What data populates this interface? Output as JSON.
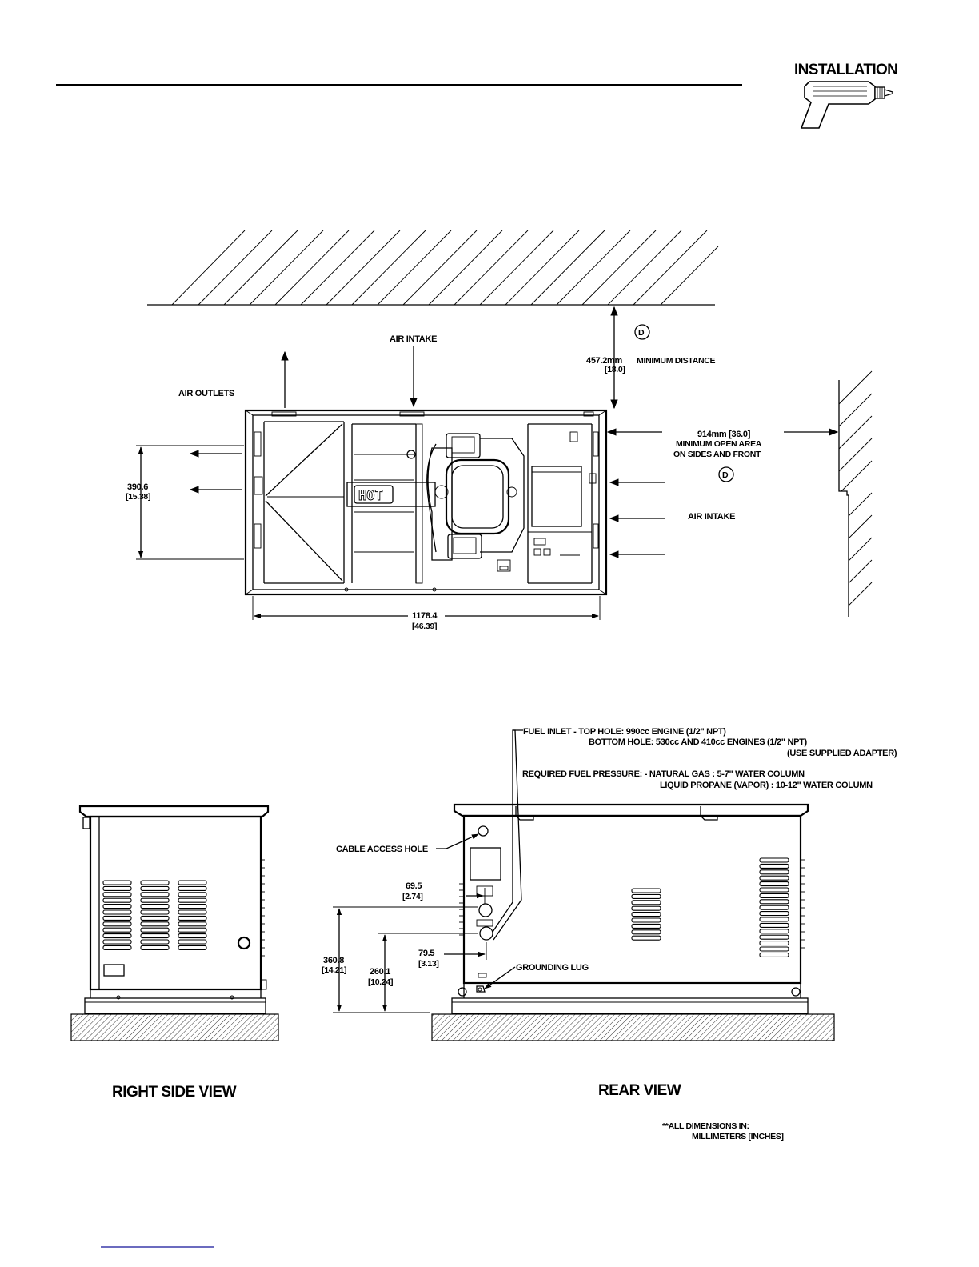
{
  "header": {
    "section_title": "INSTALLATION",
    "icon": "drill-icon"
  },
  "top_view": {
    "air_intake_top": "AIR INTAKE",
    "air_outlets": "AIR OUTLETS",
    "min_distance_value": "457.2mm",
    "min_distance_label": "MINIMUM DISTANCE",
    "min_distance_inches": "[18.0]",
    "callout_d": "D",
    "hot_label": "HOT",
    "open_area_value": "914mm [36.0]",
    "open_area_line1": "MINIMUM OPEN AREA",
    "open_area_line2": "ON SIDES AND FRONT",
    "air_intake_side": "AIR INTAKE",
    "depth_mm": "390.6",
    "depth_in": "[15.38]",
    "width_mm": "1178.4",
    "width_in": "[46.39]"
  },
  "fuel_notes": {
    "inlet_line1": "FUEL INLET - TOP HOLE: 990cc ENGINE (1/2\" NPT)",
    "inlet_line2": "BOTTOM HOLE: 530cc AND 410cc ENGINES (1/2\" NPT)",
    "inlet_line3": "(USE SUPPLIED ADAPTER)",
    "pressure_line1": "REQUIRED FUEL PRESSURE: - NATURAL GAS : 5-7\" WATER COLUMN",
    "pressure_line2": "LIQUID PROPANE (VAPOR) : 10-12\" WATER COLUMN"
  },
  "rear_view": {
    "cable_access": "CABLE ACCESS HOLE",
    "dim_a_mm": "69.5",
    "dim_a_in": "[2.74]",
    "dim_b_mm": "79.5",
    "dim_b_in": "[3.13]",
    "height_top_mm": "360.8",
    "height_top_in": "[14.21]",
    "height_bot_mm": "260.1",
    "height_bot_in": "[10.24]",
    "grounding_lug": "GROUNDING LUG"
  },
  "captions": {
    "right_side_view": "RIGHT SIDE VIEW",
    "rear_view": "REAR VIEW",
    "units_line1": "**ALL DIMENSIONS IN:",
    "units_line2": "MILLIMETERS [INCHES]"
  },
  "colors": {
    "ink": "#000000",
    "paper": "#ffffff",
    "footer_rule": "#3a3aaa"
  }
}
